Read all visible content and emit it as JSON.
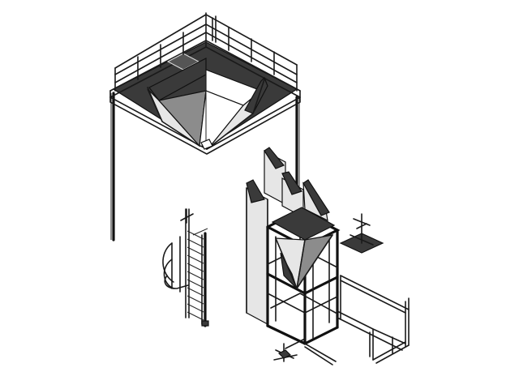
{
  "drawing": {
    "style": "isometric line drawing",
    "colors": {
      "ink": "#111111",
      "dark_fill": "#3a3a3a",
      "mid_fill": "#8c8c8c",
      "light_fill": "#e6e6e6",
      "background": "#ffffff"
    },
    "components": [
      "hopper-platform",
      "ladder",
      "frame-structure",
      "guard-rail-base"
    ]
  }
}
